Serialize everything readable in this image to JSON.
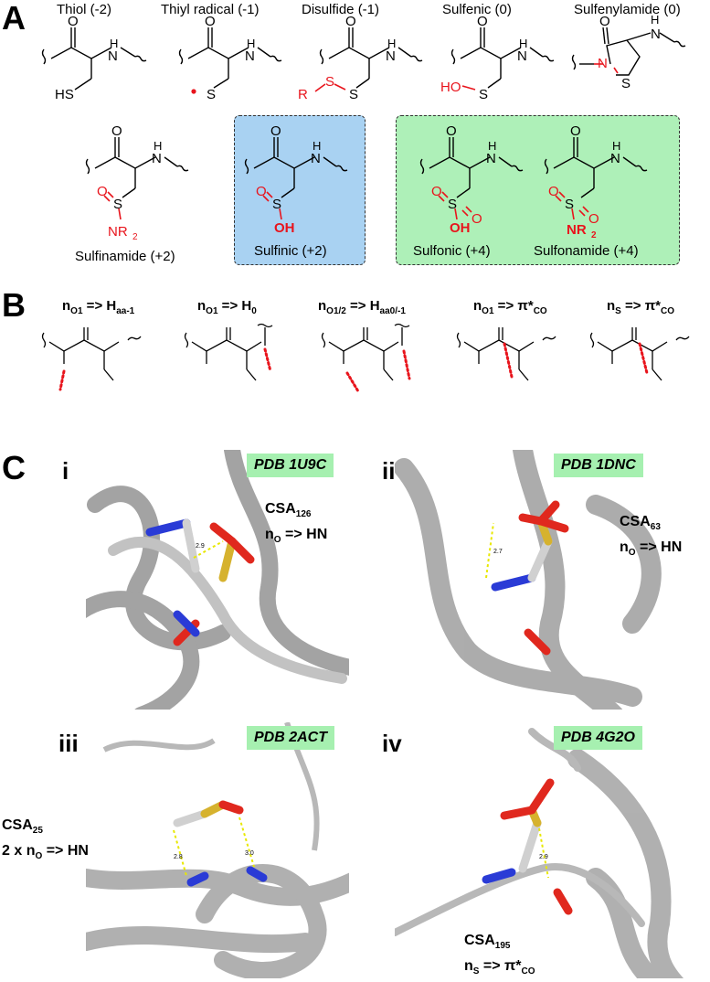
{
  "panelA": {
    "letter": "A",
    "row1": [
      {
        "label": "Thiol (-2)"
      },
      {
        "label": "Thiyl radical (-1)"
      },
      {
        "label": "Disulfide (-1)"
      },
      {
        "label": "Sulfenic (0)"
      },
      {
        "label": "Sulfenylamide (0)"
      }
    ],
    "row2": [
      {
        "label": "Sulfinamide (+2)"
      },
      {
        "label": "Sulfinic (+2)"
      },
      {
        "label": "Sulfonic (+4)"
      },
      {
        "label": "Sulfonamide (+4)"
      }
    ],
    "atoms": {
      "O": "O",
      "H": "H",
      "N": "N",
      "S": "S",
      "HS": "HS",
      "R": "R",
      "HO": "HO",
      "OH": "OH",
      "NR": "NR",
      "sub2": "2"
    }
  },
  "panelB": {
    "letter": "B",
    "headers": [
      {
        "main": "n",
        "sub1": "O1",
        "mid": " => H",
        "sub2": "aa-1"
      },
      {
        "main": "n",
        "sub1": "O1",
        "mid": " => H",
        "sub2": "0"
      },
      {
        "main": "n",
        "sub1": "O1/2",
        "mid": " => H",
        "sub2": "aa0/-1"
      },
      {
        "main": "n",
        "sub1": "O1",
        "mid": " => π*",
        "sub2": "CO"
      },
      {
        "main": "n",
        "sub1": "S",
        "mid": " => π*",
        "sub2": "CO"
      }
    ]
  },
  "panelC": {
    "letter": "C",
    "structures": [
      {
        "roman": "i",
        "pdb": "PDB 1U9C",
        "ann_main": "CSA",
        "ann_sub": "126",
        "line2_main": "n",
        "line2_sub": "O",
        "line2_rest": " => HN",
        "dist": "2.9"
      },
      {
        "roman": "ii",
        "pdb": "PDB 1DNC",
        "ann_main": "CSA",
        "ann_sub": "63",
        "line2_main": "n",
        "line2_sub": "O",
        "line2_rest": " => HN",
        "dist": "2.7"
      },
      {
        "roman": "iii",
        "pdb": "PDB 2ACT",
        "ann_main": "CSA",
        "ann_sub": "25",
        "line2_main": "2 x n",
        "line2_sub": "O",
        "line2_rest": " => HN",
        "dist": "2.8",
        "dist2": "3.0"
      },
      {
        "roman": "iv",
        "pdb": "PDB 4G2O",
        "ann_main": "CSA",
        "ann_sub": "195",
        "line2_main": "n",
        "line2_sub": "S",
        "line2_rest": " => π*",
        "line2_sub2": "CO",
        "dist": "2.9"
      }
    ]
  },
  "colors": {
    "red": "#e8141c",
    "blue_box": "#a9d2f2",
    "green_box": "#aef0b8",
    "ribbon": "#b4b4b4",
    "sulfur": "#d6b22e",
    "nitrogen": "#2a3bd6",
    "oxygen": "#e0281e"
  }
}
